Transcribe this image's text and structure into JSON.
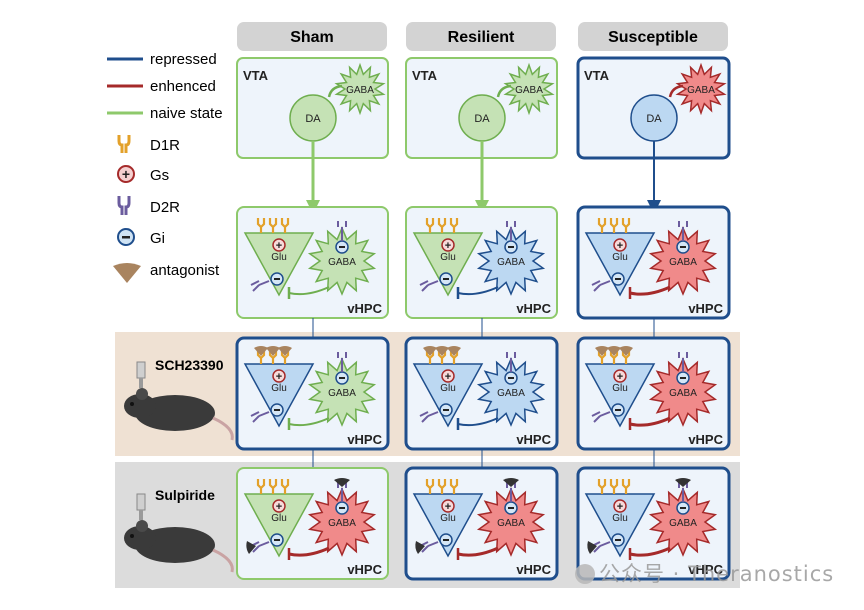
{
  "columns": [
    "Sham",
    "Resilient",
    "Susceptible"
  ],
  "legend": [
    {
      "key": "repressed",
      "label": "repressed",
      "color": "#1f4e8c"
    },
    {
      "key": "enhenced",
      "label": "enhenced",
      "color": "#a52a2a"
    },
    {
      "key": "naive",
      "label": "naive state",
      "color": "#8ec96b"
    },
    {
      "key": "d1r",
      "label": "D1R",
      "icon": "d1r-receptor-icon"
    },
    {
      "key": "gs",
      "label": "Gs",
      "icon": "gs-plus-icon"
    },
    {
      "key": "d2r",
      "label": "D2R",
      "icon": "d2r-receptor-icon"
    },
    {
      "key": "gi",
      "label": "Gi",
      "icon": "gi-minus-icon"
    },
    {
      "key": "antagonist",
      "label": "antagonist",
      "icon": "antagonist-wedge-icon"
    }
  ],
  "labels": {
    "vta": "VTA",
    "vhpc": "vHPC",
    "da": "DA",
    "gaba": "GABA",
    "glu": "Glu",
    "plus": "+",
    "minus": "−"
  },
  "rows": {
    "sch": "SCH23390",
    "sulpiride": "Sulpiride"
  },
  "watermark": "公众号 · Theranostics",
  "colors": {
    "header_bg": "#d3d3d3",
    "panel_bg": "#eef4fb",
    "green_border": "#8ec96b",
    "blue_border": "#1f4e8c",
    "red": "#a52a2a",
    "sch_bg": "#efe1d3",
    "sulp_bg": "#dcdcdc",
    "green_fill": "#c5e2b5",
    "blue_fill": "#bcd8f2",
    "red_fill": "#f08a8a",
    "d1r": "#e3a12a",
    "d2r": "#6b5c9e",
    "antagonist": "#a9845f"
  }
}
